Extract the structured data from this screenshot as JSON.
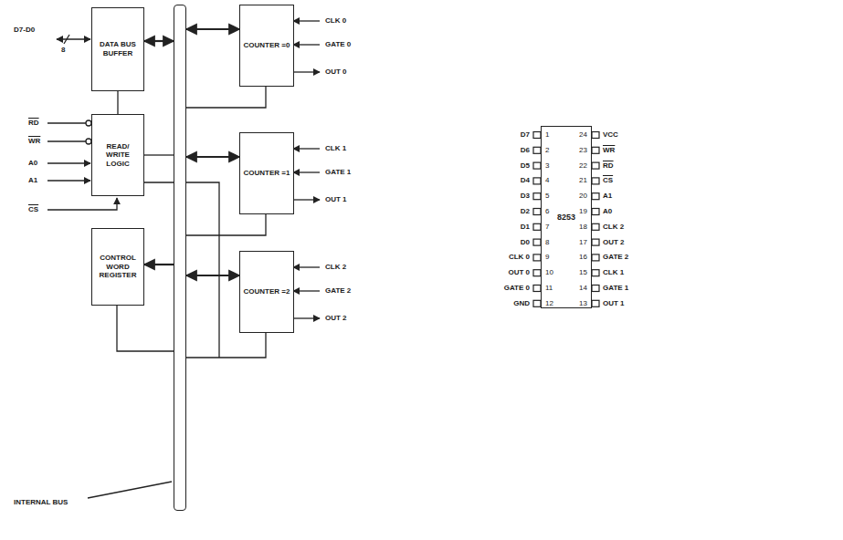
{
  "diagram": {
    "nodes": [
      {
        "text": [
          "DATA BUS BUFFER"
        ]
      },
      {
        "text": [
          "READ/ WRITE LOGIC"
        ]
      },
      {
        "text": [
          "CONTROL WORD REGISTER"
        ]
      },
      {
        "text": [
          "INTERNAL BUS"
        ]
      },
      {
        "text": [
          "COUNTER =0"
        ]
      },
      {
        "text": [
          "COUNTER =1"
        ]
      },
      {
        "text": [
          "COUNTER =2"
        ]
      },
      {
        "text": [
          "8253"
        ]
      }
    ],
    "edges": [
      {
        "from": 0,
        "to": 3,
        "arrow": "both"
      },
      {
        "from": 1,
        "to": 0,
        "arrow": "none"
      },
      {
        "from": 1,
        "to": 3,
        "arrow": "none"
      },
      {
        "from": 3,
        "to": 2,
        "arrow": "to"
      },
      {
        "from": 3,
        "to": 4,
        "arrow": "both"
      },
      {
        "from": 3,
        "to": 5,
        "arrow": "both"
      },
      {
        "from": 3,
        "to": 6,
        "arrow": "both"
      }
    ],
    "labels": [
      "D7-D0",
      "8",
      "RD",
      "WR",
      "A0",
      "A1",
      "CS",
      "CLK 0",
      "GATE 0",
      "OUT 0",
      "CLK 1",
      "GATE 1",
      "OUT 1",
      "CLK 2",
      "GATE 2",
      "OUT 2",
      "D7",
      "1",
      "D6",
      "2",
      "D5",
      "3",
      "D4",
      "4",
      "D3",
      "5",
      "D2",
      "6",
      "D1",
      "7",
      "D0",
      "8",
      "CLK 0",
      "9",
      "OUT 0",
      "10",
      "GATE 0",
      "11",
      "GND",
      "12",
      "OUT 1",
      "13",
      "GATE 1",
      "14",
      "CLK 1",
      "15",
      "GATE 2",
      "16",
      "OUT 2",
      "17",
      "CLK 2",
      "18",
      "A0",
      "19",
      "A1",
      "20",
      "CS",
      "21",
      "RD",
      "22",
      "WR",
      "23",
      "VCC",
      "24"
    ]
  }
}
